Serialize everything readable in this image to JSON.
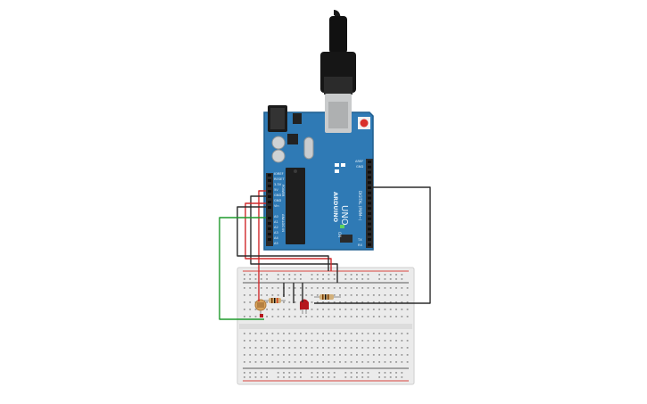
{
  "board": {
    "brand": "ARDUINO",
    "model": "UNO",
    "on_label": "ON",
    "aref": "AREF",
    "gnd": "GND",
    "tx": "TX",
    "rx": "RX",
    "digital_label": "DIGITAL (PWM~)",
    "analog_label": "ANALOG IN",
    "power_label": "POWER",
    "ioref": "IOREF",
    "reset": "RESET",
    "v33": "3.3V",
    "v5": "5V",
    "gnd1": "GND",
    "gnd2": "GND",
    "vin": "Vin",
    "a0": "A0",
    "a1": "A1",
    "a2": "A2",
    "a3": "A3",
    "a4": "A4",
    "a5": "A5",
    "colors": {
      "pcb": "#2f7ab5",
      "pcb_edge": "#1f5e8f",
      "header": "#2a2a2a",
      "chip": "#1e1e1e",
      "usb": "#c9cbcc",
      "jack": "#1b1b1b",
      "reset_button": "#d9302a"
    }
  },
  "breadboard": {
    "colors": {
      "body": "#ebebeb",
      "hole": "#9a9a9a",
      "rail_red": "#d8463f",
      "rail_blue": "#5a5a5a"
    }
  },
  "wires": {
    "colors": {
      "red": "#d1282a",
      "black": "#2b2b2b",
      "green": "#1e9a2c"
    }
  },
  "components": {
    "led_color": "#b5161c",
    "photoresistor_color": "#d8a25b",
    "resistor_body": "#d2b07a"
  }
}
